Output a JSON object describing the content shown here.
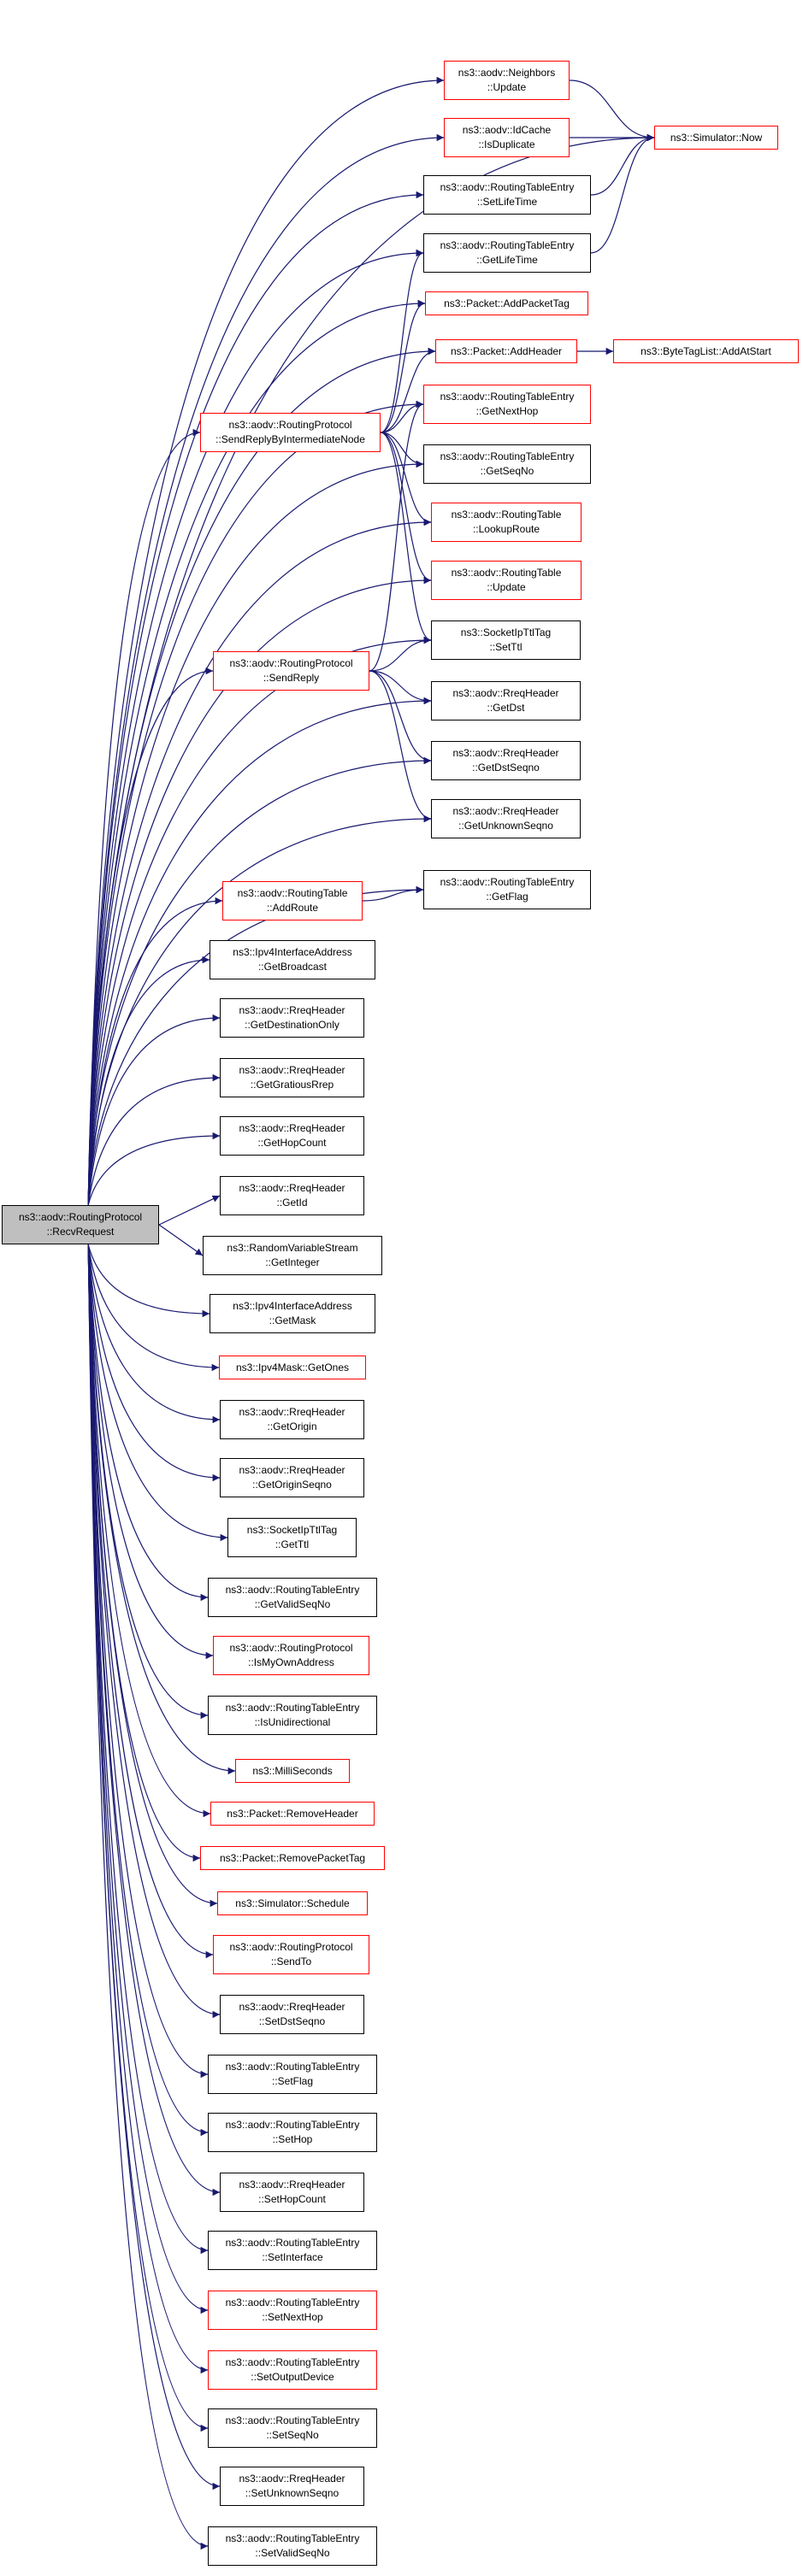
{
  "colors": {
    "edge": "#191970",
    "node_border": "#000000",
    "link_border": "#ff0000",
    "root_fill": "#bfbfbf"
  },
  "nodes": {
    "root": [
      "ns3::aodv::RoutingProtocol",
      "::RecvRequest"
    ],
    "neighbors_update": [
      "ns3::aodv::Neighbors",
      "::Update"
    ],
    "idcache": [
      "ns3::aodv::IdCache",
      "::IsDuplicate"
    ],
    "now": [
      "ns3::Simulator::Now"
    ],
    "rte_setlifetime": [
      "ns3::aodv::RoutingTableEntry",
      "::SetLifeTime"
    ],
    "rte_getlifetime": [
      "ns3::aodv::RoutingTableEntry",
      "::GetLifeTime"
    ],
    "addpackettag": [
      "ns3::Packet::AddPacketTag"
    ],
    "addheader": [
      "ns3::Packet::AddHeader"
    ],
    "bytetag": [
      "ns3::ByteTagList::AddAtStart"
    ],
    "rte_getnexthop": [
      "ns3::aodv::RoutingTableEntry",
      "::GetNextHop"
    ],
    "sendreplyint": [
      "ns3::aodv::RoutingProtocol",
      "::SendReplyByIntermediateNode"
    ],
    "rte_getseqno": [
      "ns3::aodv::RoutingTableEntry",
      "::GetSeqNo"
    ],
    "rt_lookup": [
      "ns3::aodv::RoutingTable",
      "::LookupRoute"
    ],
    "rt_update": [
      "ns3::aodv::RoutingTable",
      "::Update"
    ],
    "setttl": [
      "ns3::SocketIpTtlTag",
      "::SetTtl"
    ],
    "sendreply": [
      "ns3::aodv::RoutingProtocol",
      "::SendReply"
    ],
    "rreq_getdst": [
      "ns3::aodv::RreqHeader",
      "::GetDst"
    ],
    "rreq_getdstseqno": [
      "ns3::aodv::RreqHeader",
      "::GetDstSeqno"
    ],
    "rreq_getunknown": [
      "ns3::aodv::RreqHeader",
      "::GetUnknownSeqno"
    ],
    "rt_addroute": [
      "ns3::aodv::RoutingTable",
      "::AddRoute"
    ],
    "rte_getflag": [
      "ns3::aodv::RoutingTableEntry",
      "::GetFlag"
    ],
    "getbroadcast": [
      "ns3::Ipv4InterfaceAddress",
      "::GetBroadcast"
    ],
    "getdestonly": [
      "ns3::aodv::RreqHeader",
      "::GetDestinationOnly"
    ],
    "getgratious": [
      "ns3::aodv::RreqHeader",
      "::GetGratiousRrep"
    ],
    "gethopcount": [
      "ns3::aodv::RreqHeader",
      "::GetHopCount"
    ],
    "getid": [
      "ns3::aodv::RreqHeader",
      "::GetId"
    ],
    "getinteger": [
      "ns3::RandomVariableStream",
      "::GetInteger"
    ],
    "getmask": [
      "ns3::Ipv4InterfaceAddress",
      "::GetMask"
    ],
    "getones": [
      "ns3::Ipv4Mask::GetOnes"
    ],
    "getorigin": [
      "ns3::aodv::RreqHeader",
      "::GetOrigin"
    ],
    "getoriginseqno": [
      "ns3::aodv::RreqHeader",
      "::GetOriginSeqno"
    ],
    "getttl": [
      "ns3::SocketIpTtlTag",
      "::GetTtl"
    ],
    "getvalidseqno": [
      "ns3::aodv::RoutingTableEntry",
      "::GetValidSeqNo"
    ],
    "ismyown": [
      "ns3::aodv::RoutingProtocol",
      "::IsMyOwnAddress"
    ],
    "isuni": [
      "ns3::aodv::RoutingTableEntry",
      "::IsUnidirectional"
    ],
    "millis": [
      "ns3::MilliSeconds"
    ],
    "removeheader": [
      "ns3::Packet::RemoveHeader"
    ],
    "removepackettag": [
      "ns3::Packet::RemovePacketTag"
    ],
    "schedule": [
      "ns3::Simulator::Schedule"
    ],
    "sendto": [
      "ns3::aodv::RoutingProtocol",
      "::SendTo"
    ],
    "setdstseqno": [
      "ns3::aodv::RreqHeader",
      "::SetDstSeqno"
    ],
    "setflag": [
      "ns3::aodv::RoutingTableEntry",
      "::SetFlag"
    ],
    "sethop": [
      "ns3::aodv::RoutingTableEntry",
      "::SetHop"
    ],
    "sethopcount": [
      "ns3::aodv::RreqHeader",
      "::SetHopCount"
    ],
    "setinterface": [
      "ns3::aodv::RoutingTableEntry",
      "::SetInterface"
    ],
    "setnexthop": [
      "ns3::aodv::RoutingTableEntry",
      "::SetNextHop"
    ],
    "setoutputdev": [
      "ns3::aodv::RoutingTableEntry",
      "::SetOutputDevice"
    ],
    "setseqno": [
      "ns3::aodv::RoutingTableEntry",
      "::SetSeqNo"
    ],
    "setunknown": [
      "ns3::aodv::RreqHeader",
      "::SetUnknownSeqno"
    ],
    "setvalidseqno": [
      "ns3::aodv::RoutingTableEntry",
      "::SetValidSeqNo"
    ]
  },
  "edges": [
    [
      "root",
      "neighbors_update"
    ],
    [
      "root",
      "idcache"
    ],
    [
      "root",
      "now"
    ],
    [
      "root",
      "rte_setlifetime"
    ],
    [
      "root",
      "rte_getlifetime"
    ],
    [
      "root",
      "addpackettag"
    ],
    [
      "root",
      "addheader"
    ],
    [
      "root",
      "rte_getnexthop"
    ],
    [
      "root",
      "sendreplyint"
    ],
    [
      "root",
      "rte_getseqno"
    ],
    [
      "root",
      "rt_lookup"
    ],
    [
      "root",
      "rt_update"
    ],
    [
      "root",
      "setttl"
    ],
    [
      "root",
      "sendreply"
    ],
    [
      "root",
      "rreq_getdst"
    ],
    [
      "root",
      "rreq_getdstseqno"
    ],
    [
      "root",
      "rreq_getunknown"
    ],
    [
      "root",
      "rt_addroute"
    ],
    [
      "root",
      "rte_getflag"
    ],
    [
      "root",
      "getbroadcast"
    ],
    [
      "root",
      "getdestonly"
    ],
    [
      "root",
      "getgratious"
    ],
    [
      "root",
      "gethopcount"
    ],
    [
      "root",
      "getid"
    ],
    [
      "root",
      "getinteger"
    ],
    [
      "root",
      "getmask"
    ],
    [
      "root",
      "getones"
    ],
    [
      "root",
      "getorigin"
    ],
    [
      "root",
      "getoriginseqno"
    ],
    [
      "root",
      "getttl"
    ],
    [
      "root",
      "getvalidseqno"
    ],
    [
      "root",
      "ismyown"
    ],
    [
      "root",
      "isuni"
    ],
    [
      "root",
      "millis"
    ],
    [
      "root",
      "removeheader"
    ],
    [
      "root",
      "removepackettag"
    ],
    [
      "root",
      "schedule"
    ],
    [
      "root",
      "sendto"
    ],
    [
      "root",
      "setdstseqno"
    ],
    [
      "root",
      "setflag"
    ],
    [
      "root",
      "sethop"
    ],
    [
      "root",
      "sethopcount"
    ],
    [
      "root",
      "setinterface"
    ],
    [
      "root",
      "setnexthop"
    ],
    [
      "root",
      "setoutputdev"
    ],
    [
      "root",
      "setseqno"
    ],
    [
      "root",
      "setunknown"
    ],
    [
      "root",
      "setvalidseqno"
    ],
    [
      "neighbors_update",
      "now"
    ],
    [
      "idcache",
      "now"
    ],
    [
      "rte_setlifetime",
      "now"
    ],
    [
      "rte_getlifetime",
      "now"
    ],
    [
      "addheader",
      "bytetag"
    ],
    [
      "sendreplyint",
      "rte_getlifetime"
    ],
    [
      "sendreplyint",
      "addpackettag"
    ],
    [
      "sendreplyint",
      "addheader"
    ],
    [
      "sendreplyint",
      "rte_getnexthop"
    ],
    [
      "sendreplyint",
      "rte_getseqno"
    ],
    [
      "sendreplyint",
      "rt_lookup"
    ],
    [
      "sendreplyint",
      "rt_update"
    ],
    [
      "sendreplyint",
      "setttl"
    ],
    [
      "sendreply",
      "rte_getnexthop"
    ],
    [
      "sendreply",
      "setttl"
    ],
    [
      "sendreply",
      "rreq_getdst"
    ],
    [
      "sendreply",
      "rreq_getdstseqno"
    ],
    [
      "sendreply",
      "rreq_getunknown"
    ],
    [
      "rt_addroute",
      "rte_getflag"
    ]
  ]
}
